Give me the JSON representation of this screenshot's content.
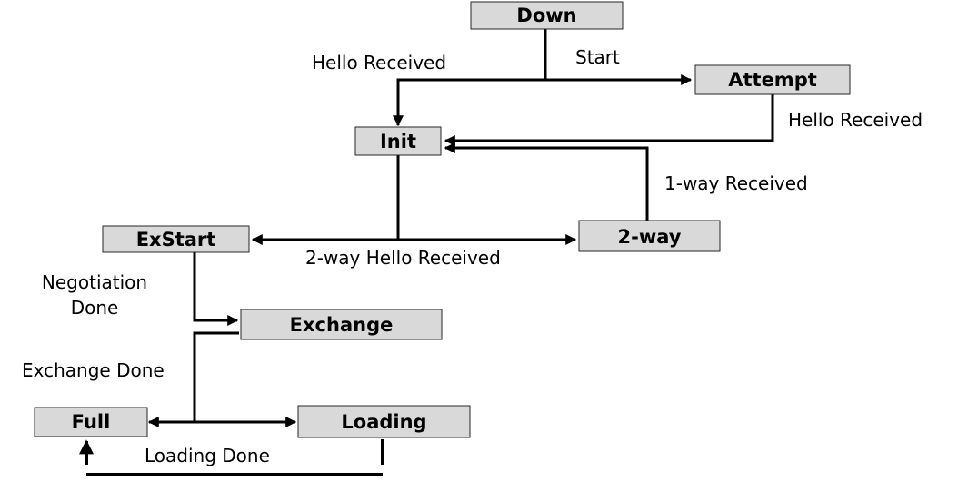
{
  "states": {
    "down": "Down",
    "attempt": "Attempt",
    "init": "Init",
    "exstart": "ExStart",
    "two_way": "2-way",
    "exchange": "Exchange",
    "full": "Full",
    "loading": "Loading"
  },
  "transitions": {
    "down_to_init": "Hello Received",
    "down_to_attempt": "Start",
    "attempt_to_init": "Hello Received",
    "two_way_to_init": "1-way Received",
    "init_to_two_way": "2-way Hello Received",
    "exstart_to_exchange_line1": "Negotiation",
    "exstart_to_exchange_line2": "Done",
    "exchange_to_loading": "Exchange Done",
    "loading_to_full": "Loading Done"
  }
}
